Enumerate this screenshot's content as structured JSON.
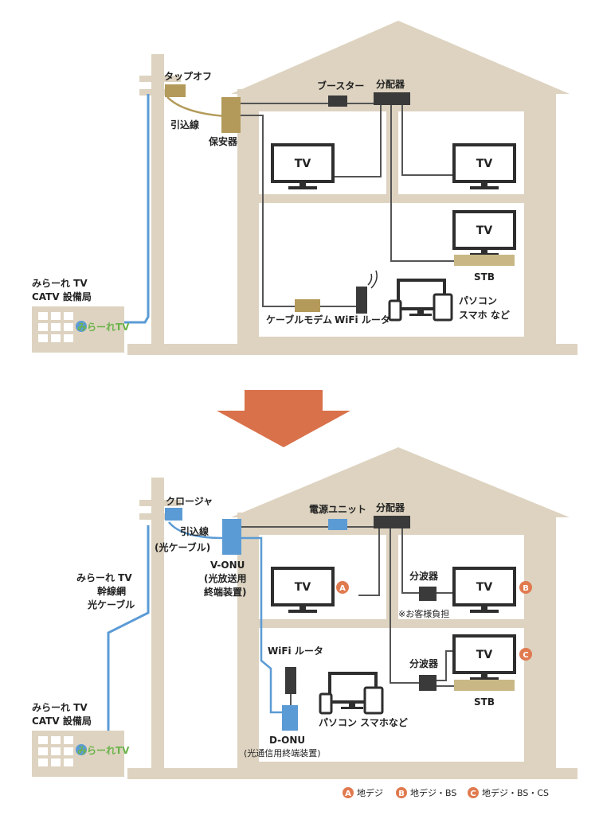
{
  "before": {
    "tap_off": "タップオフ",
    "drop_cable": "引込線",
    "protector": "保安器",
    "booster": "ブースター",
    "splitter": "分配器",
    "tv": "TV",
    "stb": "STB",
    "cable_modem": "ケーブルモデム",
    "wifi_router": "WiFi ルータ",
    "pc_line1": "パソコン",
    "pc_line2": "スマホ など",
    "station_line1": "みらーれ TV",
    "station_line2": "CATV 設備局"
  },
  "after": {
    "closure": "クロージャ",
    "drop_cable": "引込線",
    "drop_cable_sub": "(光ケーブル)",
    "vonu": "V-ONU",
    "vonu_sub1": "(光放送用",
    "vonu_sub2": "終端装置)",
    "power_unit": "電源ユニット",
    "splitter": "分配器",
    "tv": "TV",
    "wave_splitter": "分波器",
    "customer_note": "※お客様負担",
    "stb": "STB",
    "wifi_router": "WiFi ルータ",
    "donu": "D-ONU",
    "donu_sub": "(光通信用終端装置)",
    "pc_label": "パソコン スマホなど",
    "trunk_line1": "みらーれ TV",
    "trunk_line2": "幹線網",
    "trunk_line3": "光ケーブル",
    "station_line1": "みらーれ TV",
    "station_line2": "CATV 設備局"
  },
  "legend": {
    "a_letter": "A",
    "a_label": "地デジ",
    "b_letter": "B",
    "b_label": "地デジ・BS",
    "c_letter": "C",
    "c_label": "地デジ・BS・CS"
  },
  "logo_text": "みらーれTV",
  "colors": {
    "house": "#ddd3c0",
    "room": "#ffffff",
    "gold": "#b39a5a",
    "blue_fiber": "#5b9bd5",
    "device_dark": "#3a3a3a",
    "arrow": "#d9714a",
    "badge": "#e07a4f"
  }
}
